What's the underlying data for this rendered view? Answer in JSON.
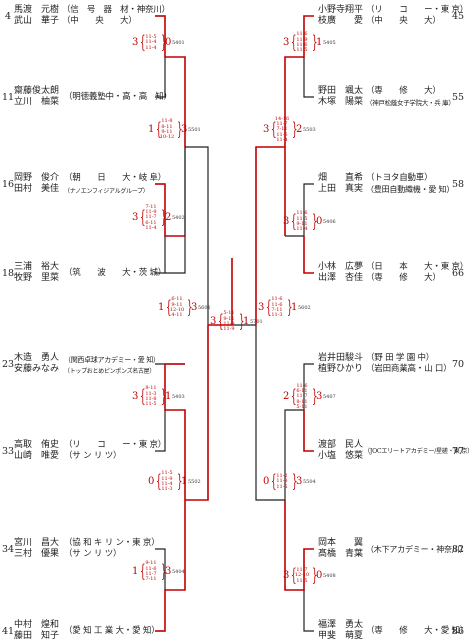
{
  "left_bracket": [
    {
      "seed": "4",
      "p1": "馬渡　元樹",
      "p2": "武山　華子",
      "aff": "（信　号　器　材・神奈川）",
      "aff2": "（中　　央　　大）"
    },
    {
      "seed": "11",
      "p1": "齋藤俊太朗",
      "p2": "立川　柚菜",
      "aff": "（明徳義塾中・高・高　知）",
      "aff2": ""
    },
    {
      "seed": "16",
      "p1": "岡野　俊介",
      "p2": "田村　美佳",
      "aff": "（朝　　日　　大・岐 阜）",
      "aff2": "（ナノエンフィジアルグループ）"
    },
    {
      "seed": "18",
      "p1": "三浦　裕大",
      "p2": "牧野　里菜",
      "aff": "（筑　　波　　大・茨 城）",
      "aff2": ""
    },
    {
      "seed": "23",
      "p1": "木造　勇人",
      "p2": "安藤みなみ",
      "aff": "（関西卓球アカデミー・愛 知）",
      "aff2": "（トップおとめピンポンズ名古屋）"
    },
    {
      "seed": "33",
      "p1": "高取　侑史",
      "p2": "山崎　唯愛",
      "aff": "（リ　　コ　　ー・東 京）",
      "aff2": "（サ ン リ ツ）"
    },
    {
      "seed": "34",
      "p1": "宮川　昌大",
      "p2": "三村　優果",
      "aff": "（協 和 キ リ ン・東 京）",
      "aff2": "（サ ン リ ツ）"
    },
    {
      "seed": "41",
      "p1": "中村　煌和",
      "p2": "藤田　知子",
      "aff": "（愛 知 工 業 大・愛 知）",
      "aff2": ""
    }
  ],
  "right_bracket": [
    {
      "seed": "45",
      "p1": "小野寺翔平",
      "p2": "枝廣　　愛",
      "aff": "（リ　　コ　　ー・東 京）",
      "aff2": "（中　　央　　大）"
    },
    {
      "seed": "55",
      "p1": "野田　颯太",
      "p2": "木塚　陽菜",
      "aff": "（専　　修　　大）",
      "aff2": "（神戸松蔭女子学院大・兵 庫）"
    },
    {
      "seed": "58",
      "p1": "畑　　直希",
      "p2": "上田　真実",
      "aff": "（トヨタ自動車）",
      "aff2": "（豊田自動織機・愛 知）"
    },
    {
      "seed": "66",
      "p1": "小林　広夢",
      "p2": "出澤　杏佳",
      "aff": "（日　　本　　大・東 京）",
      "aff2": "（専　　修　　大）"
    },
    {
      "seed": "70",
      "p1": "岩井田駿斗",
      "p2": "植野ひかり",
      "aff": "（野 田 学 園 中）",
      "aff2": "（岩田商業高・山 口）"
    },
    {
      "seed": "77",
      "p1": "渡部　民人",
      "p2": "小塩　悠菜",
      "aff": "（JOCエリートアカデミー/星槎・東 京）",
      "aff2": ""
    },
    {
      "seed": "82",
      "p1": "岡本　　翼",
      "p2": "髙橋　青葉",
      "aff": "（木下アカデミー・神奈川）",
      "aff2": ""
    },
    {
      "seed": "86",
      "p1": "福澤　勇太",
      "p2": "甲斐　萌夏",
      "aff": "（専　　修　　大・愛 知）",
      "aff2": ""
    }
  ],
  "scores": {
    "m5401": {
      "num": "5401",
      "l": "3",
      "r": "0",
      "g": [
        "11-5",
        "11-4",
        "11-4",
        ""
      ]
    },
    "m5403": {
      "num": "5403",
      "l": "3",
      "r": "1",
      "g": [
        "8-11",
        "11-3",
        "11-8",
        "11-5"
      ]
    },
    "m5402": {
      "num": "5402",
      "l": "3",
      "r": "2",
      "g": [
        "7-11",
        "11-9",
        "11-7",
        "6-11",
        "11-4"
      ]
    },
    "m5404": {
      "num": "5404",
      "l": "1",
      "r": "3",
      "g": [
        "9-11",
        "11-6",
        "11-7",
        "7-11"
      ]
    },
    "m5501": {
      "num": "5501",
      "l": "1",
      "r": "3",
      "g": [
        "11-8",
        "8-11",
        "9-11",
        "10-12"
      ]
    },
    "m5502": {
      "num": "5502",
      "l": "0",
      "r": "1",
      "g": [
        "11-5",
        "11-9",
        "11-4",
        "11-3"
      ]
    },
    "m5601": {
      "num": "5601",
      "l": "1",
      "r": "3",
      "g": [
        "6-11",
        "9-11",
        "12-10",
        "4-11"
      ]
    },
    "m5405": {
      "num": "5405",
      "l": "3",
      "r": "1",
      "g": [
        "11-6",
        "11-9",
        "11-6",
        "11-5"
      ]
    },
    "m5406": {
      "num": "5406",
      "l": "3",
      "r": "0",
      "g": [
        "11-6",
        "11-5",
        "9-11",
        "11-4"
      ]
    },
    "m5407": {
      "num": "5407",
      "l": "2",
      "r": "3",
      "g": [
        "11-6",
        "6-11",
        "11-7",
        "8-11",
        "5-11"
      ]
    },
    "m5408": {
      "num": "5408",
      "l": "3",
      "r": "0",
      "g": [
        "11-7",
        "12-10",
        "11-5"
      ]
    },
    "m5503": {
      "num": "5503",
      "l": "3",
      "r": "2",
      "g": [
        "14-16",
        "11-7",
        "7-11",
        "11-6",
        "11-4"
      ]
    },
    "m5504": {
      "num": "5504",
      "l": "0",
      "r": "3",
      "g": [
        "11-2",
        "11-8",
        "11-5"
      ]
    },
    "m5602": {
      "num": "5602",
      "l": "3",
      "r": "1",
      "g": [
        "11-6",
        "11-6",
        "7-11",
        "11-3"
      ]
    },
    "final": {
      "num": "5701",
      "l": "3",
      "r": "1",
      "g": [
        "5-11",
        "9-11",
        "11-9",
        "11-9"
      ]
    }
  },
  "colors": {
    "win": "#c00000",
    "line": "#222222"
  }
}
